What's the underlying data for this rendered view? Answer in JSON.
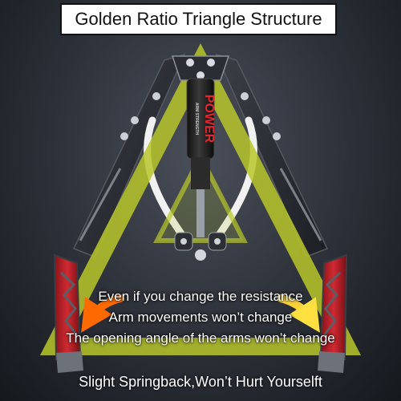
{
  "title": "Golden Ratio Triangle Structure",
  "overlay_lines": [
    "Even if you change the resistance",
    "Arm movements won’t change",
    "The opening angle of the arms won’t change"
  ],
  "footer": "Slight Springback,Won’t Hurt Yourselft",
  "cylinder": {
    "small_text": "ARM STRENGTH",
    "brand_text": "POWER"
  },
  "colors": {
    "triangle": "#b9c72a",
    "handle_red": "#c0202a",
    "handle_gray": "#6d727a",
    "arrow_orange": "#ff7a00",
    "arrow_yellow": "#ffd23a"
  }
}
